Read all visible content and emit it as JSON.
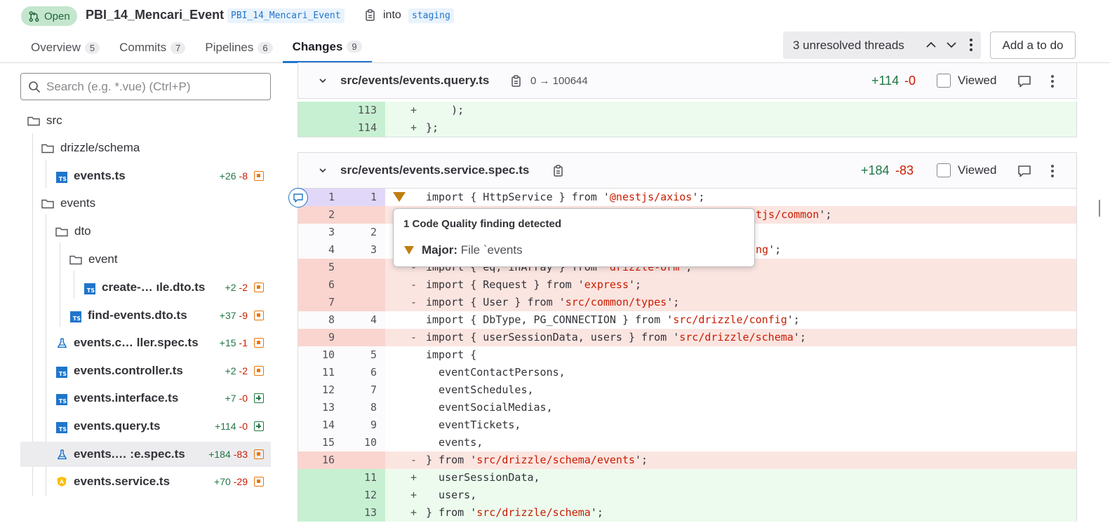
{
  "header": {
    "status": "Open",
    "title": "PBI_14_Mencari_Event",
    "source_branch": "PBI_14_Mencari_Event",
    "into_label": "into",
    "target_branch": "staging"
  },
  "tabs": [
    {
      "label": "Overview",
      "count": "5"
    },
    {
      "label": "Commits",
      "count": "7"
    },
    {
      "label": "Pipelines",
      "count": "6"
    },
    {
      "label": "Changes",
      "count": "9"
    }
  ],
  "threads": {
    "label": "3 unresolved threads"
  },
  "add_todo": {
    "label": "Add a to do"
  },
  "search": {
    "placeholder": "Search (e.g. *.vue) (Ctrl+P)"
  },
  "tree": {
    "src": "src",
    "drizzle_schema": "drizzle/schema",
    "events_ts": {
      "name": "events.ts",
      "plus": "+26",
      "minus": "-8"
    },
    "events_dir": "events",
    "dto": "dto",
    "event": "event",
    "create_dto": {
      "name": "create-… ıle.dto.ts",
      "plus": "+2",
      "minus": "-2"
    },
    "find_events": {
      "name": "find-events.dto.ts",
      "plus": "+37",
      "minus": "-9"
    },
    "ctrl_spec": {
      "name": "events.c… ller.spec.ts",
      "plus": "+15",
      "minus": "-1"
    },
    "controller": {
      "name": "events.controller.ts",
      "plus": "+2",
      "minus": "-2"
    },
    "interface": {
      "name": "events.interface.ts",
      "plus": "+7",
      "minus": "-0"
    },
    "query": {
      "name": "events.query.ts",
      "plus": "+114",
      "minus": "-0"
    },
    "service_spec": {
      "name": "events.… :e.spec.ts",
      "plus": "+184",
      "minus": "-83"
    },
    "service": {
      "name": "events.service.ts",
      "plus": "+70",
      "minus": "-29"
    }
  },
  "file1": {
    "path": "src/events/events.query.ts",
    "mode": "0 → 100644",
    "plus": "+114",
    "minus": "-0",
    "viewed": "Viewed",
    "lines": [
      {
        "n2": "113",
        "sign": "+",
        "code": "    );"
      },
      {
        "n2": "114",
        "sign": "+",
        "code": "};"
      }
    ]
  },
  "file2": {
    "path": "src/events/events.service.spec.ts",
    "plus": "+184",
    "minus": "-83",
    "viewed": "Viewed",
    "lines": [
      {
        "n1": "1",
        "n2": "1",
        "code_a": "import { HttpService } from '",
        "str": "@nestjs/axios",
        "code_b": "';"
      },
      {
        "n1": "2",
        "n2": "",
        "code_a": "",
        "str": "tjs/common",
        "code_b": "';"
      },
      {
        "n1": "3",
        "n2": "2",
        "code_a": "",
        "str": "",
        "code_b": ""
      },
      {
        "n1": "4",
        "n2": "3",
        "code_a": "",
        "str": "ng",
        "code_b": "';"
      },
      {
        "n1": "5",
        "n2": "",
        "sign": "-",
        "code_a": "import { eq, inArray } from '",
        "str": "drizzle-orm",
        "code_b": "';"
      },
      {
        "n1": "6",
        "n2": "",
        "sign": "-",
        "code_a": "import { Request } from '",
        "str": "express",
        "code_b": "';"
      },
      {
        "n1": "7",
        "n2": "",
        "sign": "-",
        "code_a": "import { User } from '",
        "str": "src/common/types",
        "code_b": "';"
      },
      {
        "n1": "8",
        "n2": "4",
        "code_a": "import { DbType, PG_CONNECTION } from '",
        "str": "src/drizzle/config",
        "code_b": "';"
      },
      {
        "n1": "9",
        "n2": "",
        "sign": "-",
        "code_a": "import { userSessionData, users } from '",
        "str": "src/drizzle/schema",
        "code_b": "';"
      },
      {
        "n1": "10",
        "n2": "5",
        "code_a": "import {",
        "str": "",
        "code_b": ""
      },
      {
        "n1": "11",
        "n2": "6",
        "code_a": "  eventContactPersons,",
        "str": "",
        "code_b": ""
      },
      {
        "n1": "12",
        "n2": "7",
        "code_a": "  eventSchedules,",
        "str": "",
        "code_b": ""
      },
      {
        "n1": "13",
        "n2": "8",
        "code_a": "  eventSocialMedias,",
        "str": "",
        "code_b": ""
      },
      {
        "n1": "14",
        "n2": "9",
        "code_a": "  eventTickets,",
        "str": "",
        "code_b": ""
      },
      {
        "n1": "15",
        "n2": "10",
        "code_a": "  events,",
        "str": "",
        "code_b": ""
      },
      {
        "n1": "16",
        "n2": "",
        "sign": "-",
        "code_a": "} from '",
        "str": "src/drizzle/schema/events",
        "code_b": "';"
      },
      {
        "n1": "",
        "n2": "11",
        "sign": "+",
        "code_a": "  userSessionData,",
        "str": "",
        "code_b": ""
      },
      {
        "n1": "",
        "n2": "12",
        "sign": "+",
        "code_a": "  users,",
        "str": "",
        "code_b": ""
      },
      {
        "n1": "",
        "n2": "13",
        "sign": "+",
        "code_a": "} from '",
        "str": "src/drizzle/schema",
        "code_b": "';"
      }
    ]
  },
  "tooltip": {
    "title": "1 Code Quality finding detected",
    "severity": "Major:",
    "message": "File `events"
  }
}
